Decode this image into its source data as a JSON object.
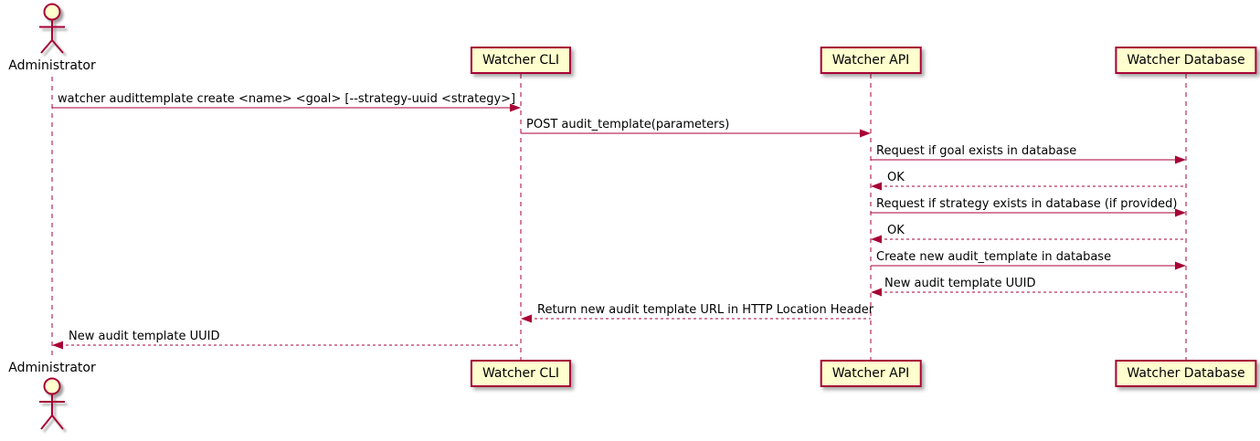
{
  "actor": {
    "name": "Administrator"
  },
  "participants": [
    {
      "label": "Watcher CLI"
    },
    {
      "label": "Watcher API"
    },
    {
      "label": "Watcher Database"
    }
  ],
  "messages": [
    {
      "from": "Administrator",
      "to": "Watcher CLI",
      "style": "solid",
      "text": "watcher audittemplate create <name> <goal> [--strategy-uuid <strategy>]"
    },
    {
      "from": "Watcher CLI",
      "to": "Watcher API",
      "style": "solid",
      "text": "POST audit_template(parameters)"
    },
    {
      "from": "Watcher API",
      "to": "Watcher Database",
      "style": "solid",
      "text": "Request if goal exists in database"
    },
    {
      "from": "Watcher Database",
      "to": "Watcher API",
      "style": "dashed",
      "text": "OK"
    },
    {
      "from": "Watcher API",
      "to": "Watcher Database",
      "style": "solid",
      "text": "Request if strategy exists in database (if provided)"
    },
    {
      "from": "Watcher Database",
      "to": "Watcher API",
      "style": "dashed",
      "text": "OK"
    },
    {
      "from": "Watcher API",
      "to": "Watcher Database",
      "style": "solid",
      "text": "Create new audit_template in database"
    },
    {
      "from": "Watcher Database",
      "to": "Watcher API",
      "style": "dashed",
      "text": "New audit template UUID"
    },
    {
      "from": "Watcher API",
      "to": "Watcher CLI",
      "style": "dashed",
      "text": "Return new audit template URL in HTTP Location Header"
    },
    {
      "from": "Watcher CLI",
      "to": "Administrator",
      "style": "dashed",
      "text": "New audit template UUID"
    }
  ],
  "colors": {
    "line": "#A80036",
    "participant_fill": "#FEFECE",
    "text": "#000000",
    "background": "#FFFFFF"
  }
}
